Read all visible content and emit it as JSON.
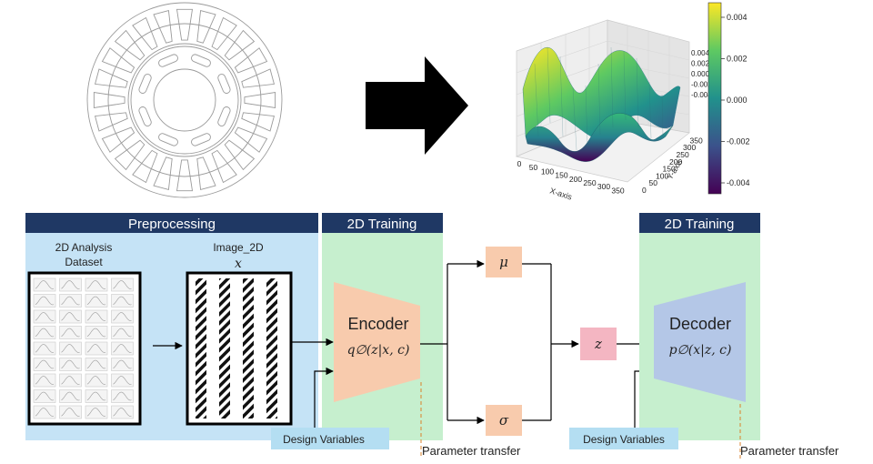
{
  "preprocessing": {
    "header": "Preprocessing",
    "dataset_label_line1": "2D Analysis",
    "dataset_label_line2": "Dataset",
    "image_label": "Image_2D",
    "image_symbol": "x"
  },
  "encoder_panel": {
    "header": "2D Training",
    "title": "Encoder",
    "formula": "q∅(z|x, c)"
  },
  "latent": {
    "mu": "μ",
    "sigma": "σ",
    "z": "z"
  },
  "decoder_panel": {
    "header": "2D Training",
    "title": "Decoder",
    "formula": "p∅(x|z, c)"
  },
  "design_variables_1": "Design Variables",
  "design_variables_2": "Design Variables",
  "parameter_transfer_1": "Parameter transfer",
  "parameter_transfer_2": "Parameter transfer",
  "plot3d": {
    "xlabel": "X-axis",
    "ylabel": "Y-axis",
    "x_ticks": [
      "0",
      "50",
      "100",
      "150",
      "200",
      "250",
      "300",
      "350"
    ],
    "y_ticks": [
      "0",
      "50",
      "100",
      "150",
      "200",
      "250",
      "300",
      "350"
    ],
    "z_ticks": [
      "0.004",
      "0.002",
      "0.000",
      "-0.002",
      "-0.004"
    ],
    "colorbar_ticks": [
      "0.004",
      "0.002",
      "0.000",
      "-0.002",
      "-0.004"
    ],
    "colormap": [
      "#440154",
      "#3b528b",
      "#21918c",
      "#5ec962",
      "#fde725"
    ]
  },
  "colors": {
    "header_bg": "#1f3864",
    "preprocess_bg": "#c5e3f6",
    "training_bg": "#c6efce",
    "encoder": "#f8cbad",
    "decoder": "#b4c7e7",
    "mu_sigma": "#f8cbad",
    "z_box": "#f4b6c2",
    "design_var_bg": "#b4def2"
  }
}
